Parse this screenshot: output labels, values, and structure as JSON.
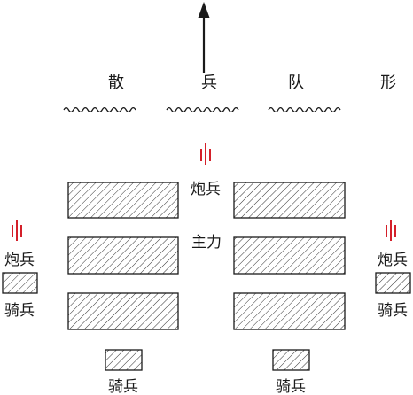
{
  "title_chars": [
    "散",
    "兵",
    "队",
    "形"
  ],
  "labels": {
    "artillery_center": "炮兵",
    "main_force": "主力",
    "artillery_left": "炮兵",
    "artillery_right": "炮兵",
    "cavalry_left": "骑兵",
    "cavalry_right": "骑兵",
    "cavalry_bottom_left": "骑兵",
    "cavalry_bottom_right": "骑兵"
  },
  "colors": {
    "ink": "#1a1a1a",
    "artillery_symbol": "#d4202a",
    "background": "#ffffff"
  },
  "icons": {
    "advance": "arrow-up-icon",
    "skirmish_line": "wavy-line-icon",
    "artillery": "artillery-symbol-icon"
  }
}
